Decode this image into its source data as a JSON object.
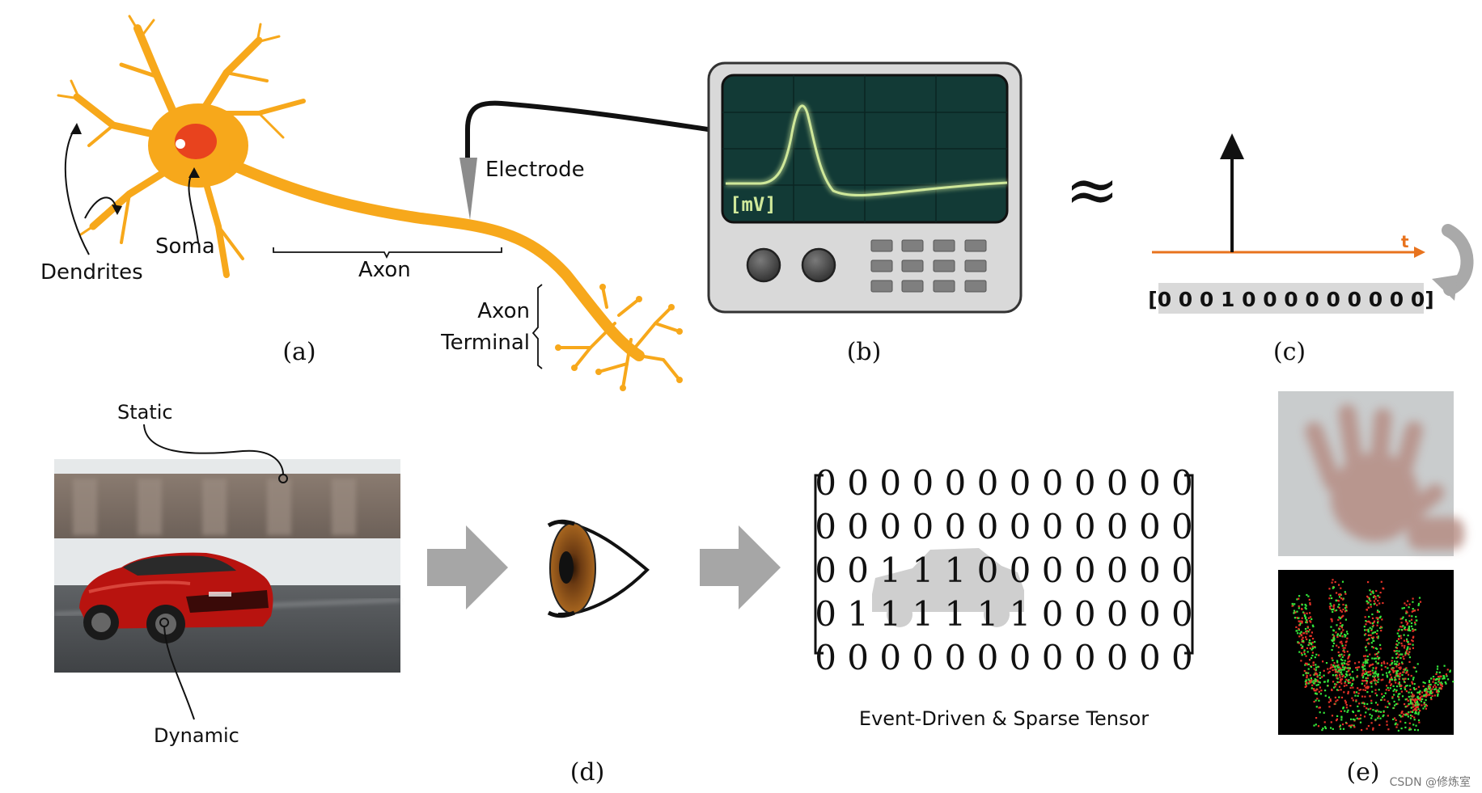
{
  "panels": {
    "a": {
      "caption": "(a)",
      "labels": {
        "dendrites": "Dendrites",
        "soma": "Soma",
        "axon": "Axon",
        "electrode": "Electrode",
        "axon_terminal_line1": "Axon",
        "axon_terminal_line2": "Terminal"
      }
    },
    "b": {
      "caption": "(b)",
      "screen_unit": "[mV]"
    },
    "approx_symbol": "≈",
    "c": {
      "caption": "(c)",
      "axis_label": "t",
      "spike_train": "[0 0 0 1 0 0 0 0 0 0 0 0 0]"
    },
    "d": {
      "caption": "(d)",
      "labels": {
        "static": "Static",
        "dynamic": "Dynamic"
      },
      "tensor_caption": "Event-Driven & Sparse Tensor",
      "tensor_rows": [
        "0 0 0 0 0 0 0 0 0 0 0 0",
        "0 0 0 0 0 0 0 0 0 0 0 0",
        "0 0 1 1 1 0 0 0 0 0 0 0",
        "0 1 1 1 1 1 1 0 0 0 0 0",
        "0 0 0 0 0 0 0 0 0 0 0 0"
      ]
    },
    "e": {
      "caption": "(e)"
    }
  },
  "watermark": "CSDN @修炼室",
  "colors": {
    "neuron": "#F7A81B",
    "soma_nucleus": "#E8431E",
    "screen": "#123A36",
    "trace": "#CFE89A",
    "time_axis": "#E8731E",
    "arrow_gray": "#A6A6A6",
    "event_red": "#E53227",
    "event_green": "#35E63A"
  }
}
